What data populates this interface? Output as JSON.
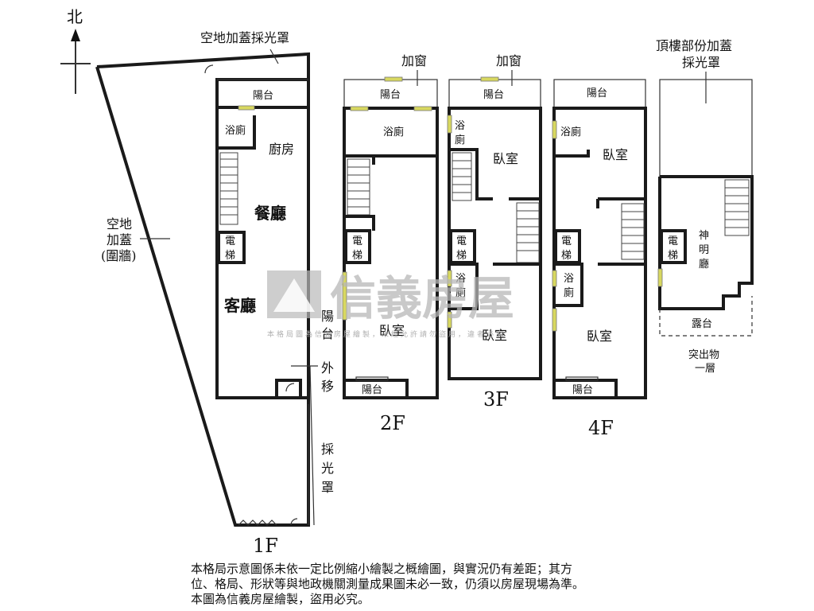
{
  "compass": {
    "north": "北"
  },
  "labels": {
    "top_skylight": "空地加蓋採光罩",
    "add_window_2f": "加窗",
    "add_window_3f": "加窗",
    "roof_skylight_l1": "頂樓部份加蓋",
    "roof_skylight_l2": "採光罩",
    "side_l1": "空地",
    "side_l2": "加蓋",
    "side_l3": "(圍牆)",
    "balcony_move_l1": "陽",
    "balcony_move_l2": "台",
    "balcony_move_l3": "外",
    "balcony_move_l4": "移",
    "skylight_v1": "採",
    "skylight_v2": "光",
    "skylight_v3": "罩",
    "protrusion_l1": "突出物",
    "protrusion_l2": "一層"
  },
  "floors": {
    "f1": "1F",
    "f2": "2F",
    "f3": "3F",
    "f4": "4F"
  },
  "rooms": {
    "f1_balcony": "陽台",
    "f1_bath": "浴廁",
    "f1_kitchen": "廚房",
    "f1_dining": "餐廳",
    "f1_elevator_1": "電",
    "f1_elevator_2": "梯",
    "f1_living": "客廳",
    "f2_balcony_top": "陽台",
    "f2_bath": "浴廁",
    "f2_elevator_1": "電",
    "f2_elevator_2": "梯",
    "f2_bedroom": "臥室",
    "f2_balcony_bottom": "陽台",
    "f3_balcony_top": "陽台",
    "f3_bath_top_1": "浴",
    "f3_bath_top_2": "廁",
    "f3_bedroom_top": "臥室",
    "f3_elevator_1": "電",
    "f3_elevator_2": "梯",
    "f3_bath_mid_1": "浴",
    "f3_bath_mid_2": "廁",
    "f3_bedroom_bottom": "臥室",
    "f4_balcony_top": "陽台",
    "f4_bath_top": "浴廁",
    "f4_bedroom_top": "臥室",
    "f4_elevator_1": "電",
    "f4_elevator_2": "梯",
    "f4_bath_mid_1": "浴",
    "f4_bath_mid_2": "廁",
    "f4_bedroom_bottom": "臥室",
    "f4_balcony_bottom": "陽台",
    "roof_elevator_1": "電",
    "roof_elevator_2": "梯",
    "roof_shrine_1": "神",
    "roof_shrine_2": "明",
    "roof_shrine_3": "廳",
    "roof_terrace": "露台"
  },
  "watermark": {
    "brand": "信義房屋",
    "sub": "本格局圖為信義房屋繪製，未經允許請勿盜用，違者必究"
  },
  "disclaimer": {
    "line1": "本格局示意圖係未依一定比例縮小繪製之概繪圖，與實況仍有差距；其方",
    "line2": "位、格局、形狀等與地政機關測量成果圖未必一致，仍須以房屋現場為準。",
    "line3": "本圖為信義房屋繪製，盜用必究。"
  },
  "colors": {
    "wall": "#1a1a1a",
    "window": "#d8d860",
    "watermark": "#b7b7b7"
  }
}
